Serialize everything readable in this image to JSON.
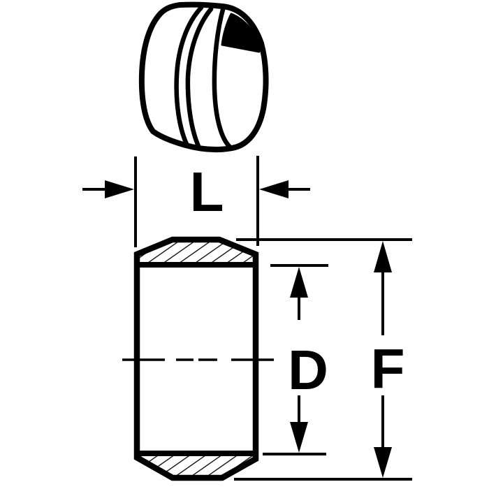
{
  "drawing": {
    "background_color": "#ffffff",
    "line_color": "#000000",
    "labels": {
      "length": "L",
      "bore_diameter": "D",
      "outer_diameter": "F"
    }
  }
}
